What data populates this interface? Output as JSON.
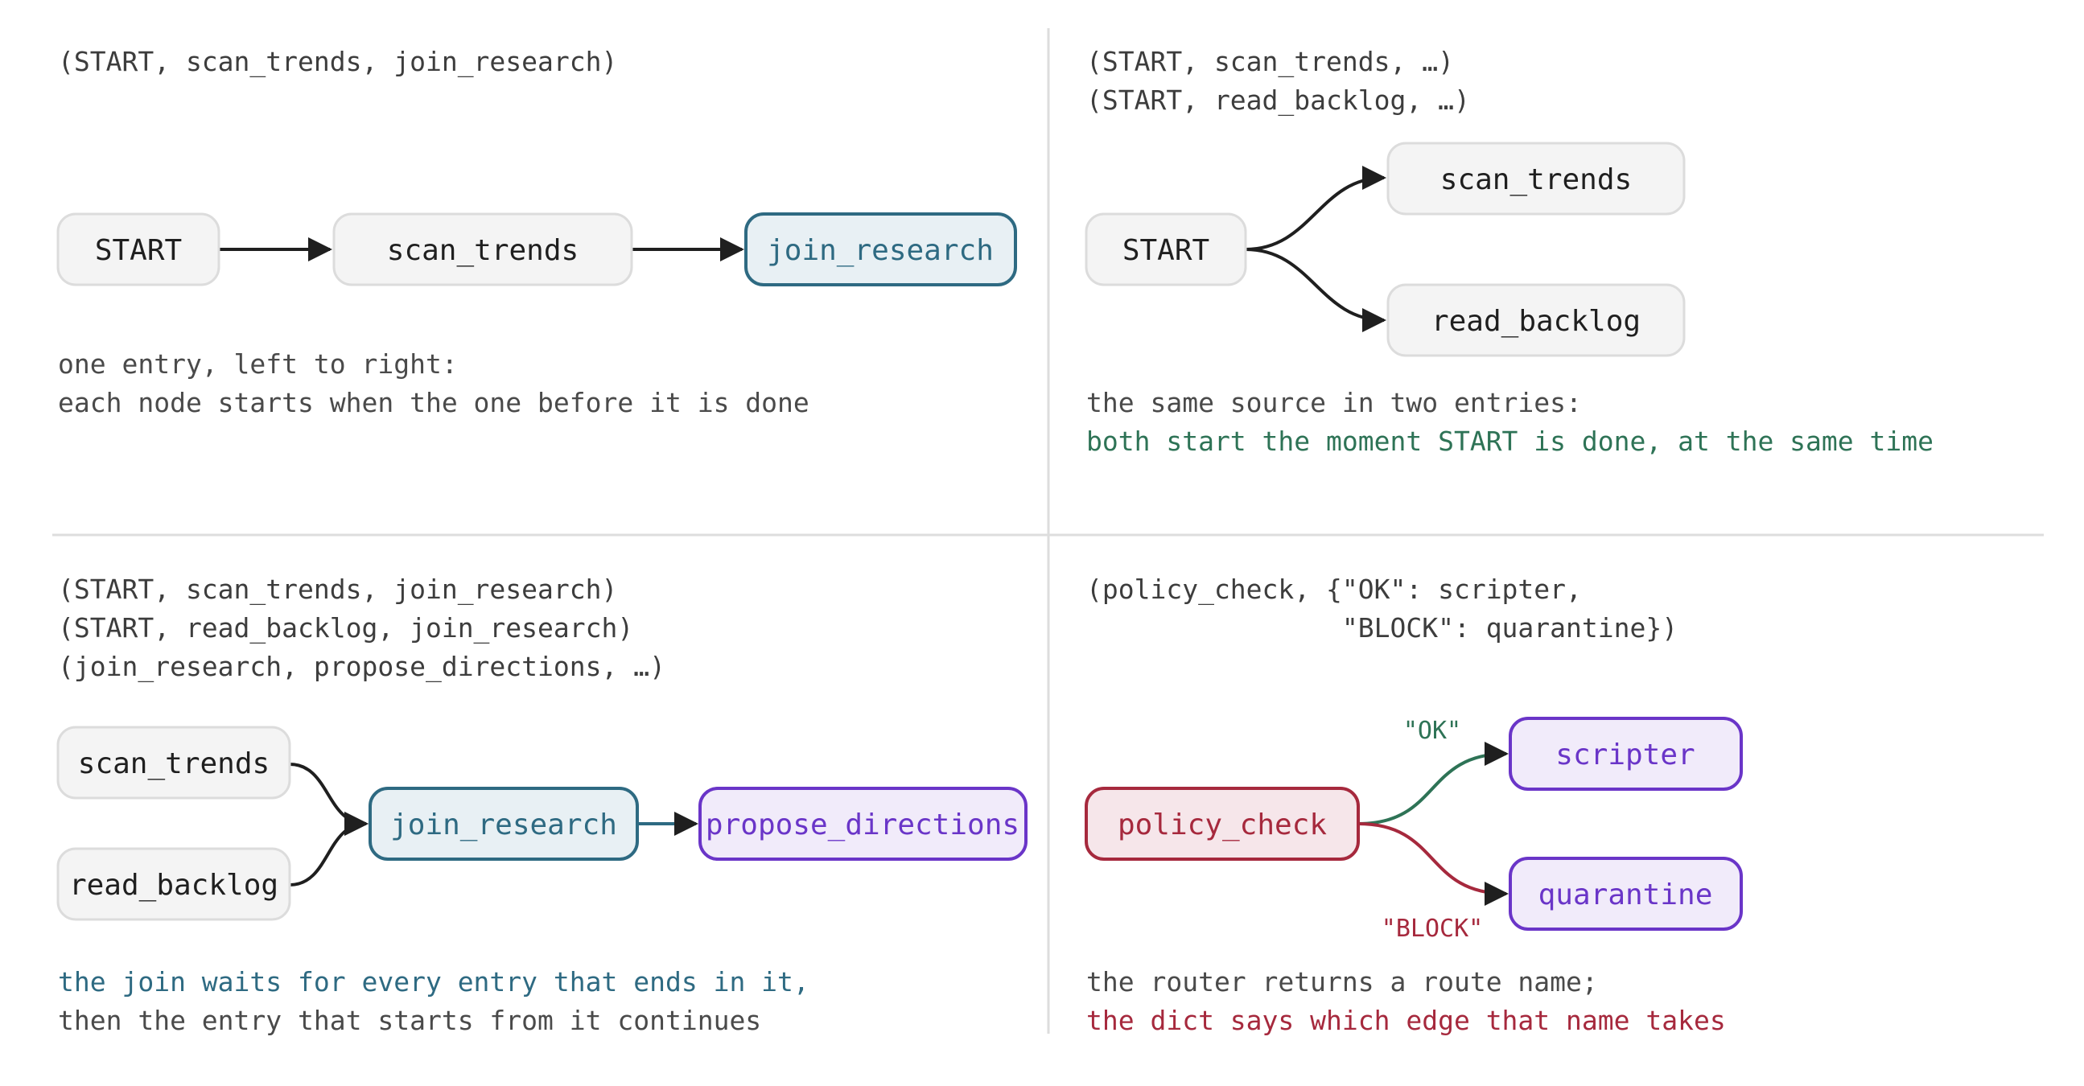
{
  "colors": {
    "neutral_fill": "#f4f4f4",
    "neutral_stroke": "#dcdcdc",
    "neutral_text": "#1f1f1f",
    "join_fill": "#e8f0f4",
    "join_stroke": "#2e6a82",
    "join_text": "#2e6a82",
    "purple_fill": "#f1ebfa",
    "purple_stroke": "#6a35c8",
    "purple_text": "#6a35c8",
    "router_fill": "#f6e6ea",
    "router_stroke": "#a6293d",
    "router_text": "#a6293d",
    "ok_green": "#2e7356",
    "block_red": "#a6293d",
    "arrow": "#1f1f1f",
    "divider": "#dddddd"
  },
  "q1": {
    "code": [
      "(START, scan_trends, join_research)"
    ],
    "nodes": {
      "start": "START",
      "scan": "scan_trends",
      "join": "join_research"
    },
    "caption": [
      "one entry, left to right:",
      "each node starts when the one before it is done"
    ]
  },
  "q2": {
    "code": [
      "(START, scan_trends, …)",
      "(START, read_backlog, …)"
    ],
    "nodes": {
      "start": "START",
      "scan": "scan_trends",
      "read": "read_backlog"
    },
    "caption": [
      "the same source in two entries:",
      "both start the moment START is done, at the same time"
    ]
  },
  "q3": {
    "code": [
      "(START, scan_trends, join_research)",
      "(START, read_backlog, join_research)",
      "(join_research, propose_directions, …)"
    ],
    "nodes": {
      "scan": "scan_trends",
      "read": "read_backlog",
      "join": "join_research",
      "propose": "propose_directions"
    },
    "caption": [
      "the join waits for every entry that ends in it,",
      "then the entry that starts from it continues"
    ]
  },
  "q4": {
    "code": [
      "(policy_check, {\"OK\": scripter,",
      "                \"BLOCK\": quarantine})"
    ],
    "nodes": {
      "router": "policy_check",
      "scripter": "scripter",
      "quarantine": "quarantine"
    },
    "edge_labels": {
      "ok": "\"OK\"",
      "block": "\"BLOCK\""
    },
    "caption": [
      "the router returns a route name;",
      "the dict says which edge that name takes"
    ]
  }
}
